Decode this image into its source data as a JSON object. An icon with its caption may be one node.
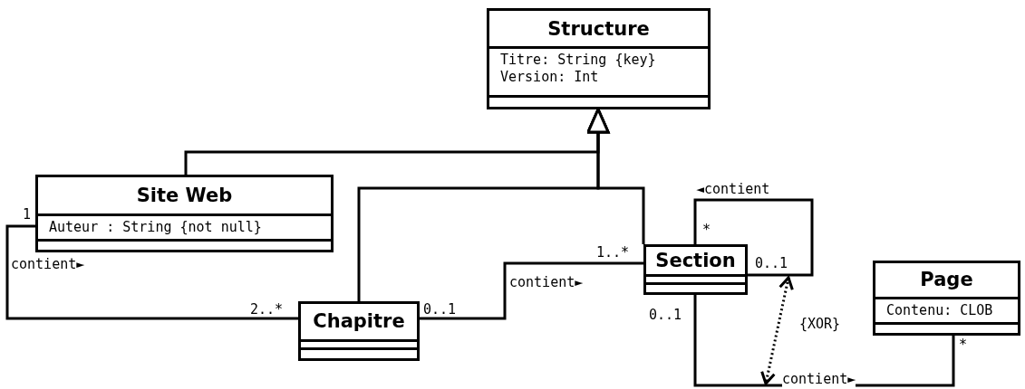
{
  "diagram": {
    "nodes": [
      {
        "text": [
          "Structure",
          "Titre: String {key}",
          "Version: Int"
        ]
      },
      {
        "text": [
          "Site Web",
          "Auteur : String {not null}"
        ]
      },
      {
        "text": [
          "Chapitre"
        ]
      },
      {
        "text": [
          "Section"
        ]
      },
      {
        "text": [
          "Page",
          "Contenu: CLOB"
        ]
      }
    ],
    "edges": [
      {
        "from": 1,
        "to": 0,
        "arrow": "to"
      },
      {
        "from": 2,
        "to": 0,
        "arrow": "to"
      },
      {
        "from": 3,
        "to": 0,
        "arrow": "to"
      },
      {
        "from": 1,
        "to": 2,
        "arrow": "none",
        "label": "contient►"
      },
      {
        "from": 2,
        "to": 3,
        "arrow": "none",
        "label": "contient►"
      },
      {
        "from": 3,
        "to": 3,
        "arrow": "none",
        "label": "◄contient"
      },
      {
        "from": 3,
        "to": 4,
        "arrow": "none",
        "label": "contient►"
      }
    ],
    "labels": [
      "1",
      "*",
      "1..*",
      "0..1",
      "2..*",
      "0..1",
      "0..1",
      "{XOR}",
      "*"
    ]
  }
}
